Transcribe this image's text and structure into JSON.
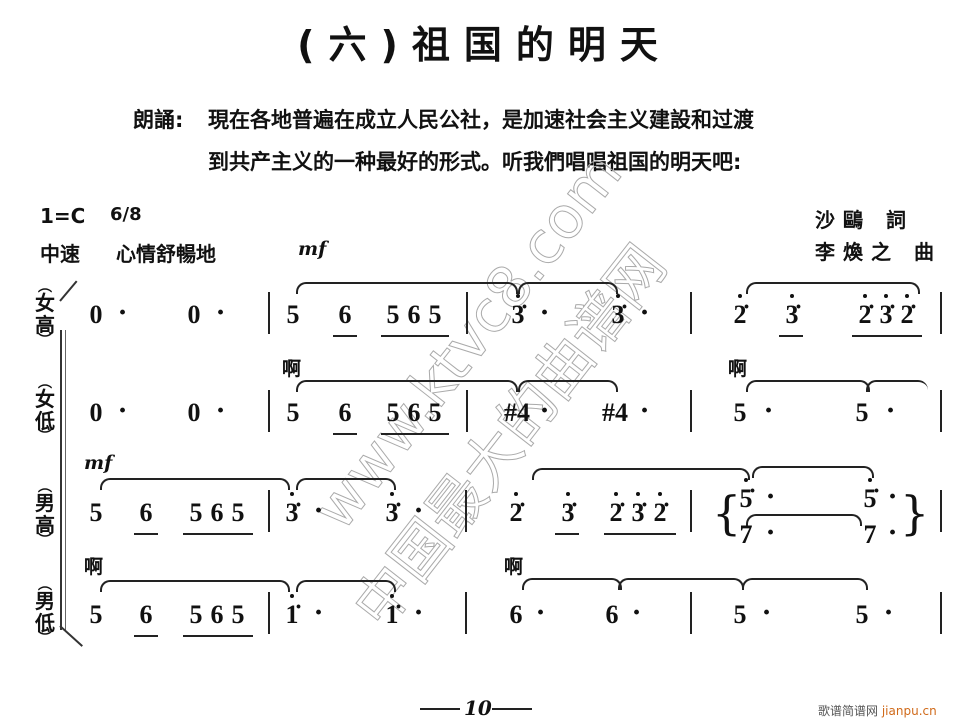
{
  "title": "(六)祖国的明天",
  "recitation": {
    "label": "朗誦:",
    "line1": "現在各地普遍在成立人民公社，是加速社会主义建設和过渡",
    "line2": "到共产主义的一种最好的形式。听我們唱唱祖国的明天吧:"
  },
  "key_signature": "1=C",
  "time_signature": "6/8",
  "tempo": "中速",
  "expression": "心情舒暢地",
  "dynamic": "mf",
  "credits": {
    "lyricist_name": "沙鷗",
    "lyricist_role": "詞",
    "composer_name": "李煥之",
    "composer_role": "曲"
  },
  "voices": [
    {
      "label": "女高"
    },
    {
      "label": "女低"
    },
    {
      "label": "男高"
    },
    {
      "label": "男低"
    }
  ],
  "system1": {
    "soprano": {
      "m1": [
        "0",
        "·",
        "0",
        "·"
      ],
      "m2": [
        "5",
        "6",
        "5",
        "6",
        "5"
      ],
      "m3": [
        "3̇",
        "·",
        "3̇",
        "·"
      ],
      "m4": [
        "2̇",
        "3̇",
        "2̇",
        "3̇",
        "2̇"
      ],
      "lyric_m2": "啊",
      "lyric_m4": "啊"
    },
    "alto": {
      "m1": [
        "0",
        "·",
        "0",
        "·"
      ],
      "m2": [
        "5",
        "6",
        "5",
        "6",
        "5"
      ],
      "m3": [
        "#4",
        "·",
        "#4",
        "·"
      ],
      "m4": [
        "5",
        "·",
        "5",
        "·"
      ]
    }
  },
  "system2": {
    "tenor": {
      "dynamic": "mf",
      "m1": [
        "5",
        "6",
        "5",
        "6",
        "5"
      ],
      "m2": [
        "3̇",
        "·",
        "3̇",
        "·"
      ],
      "m3": [
        "2̇",
        "3̇",
        "2̇",
        "3̇",
        "2̇"
      ],
      "m4_upper": [
        "5̇",
        "·",
        "5̇",
        "·"
      ],
      "m4_lower": [
        "7",
        "·",
        "7",
        "·"
      ],
      "lyric": "啊"
    },
    "bass": {
      "m1": [
        "5",
        "6",
        "5",
        "6",
        "5"
      ],
      "m2": [
        "1̇",
        "·",
        "1̇",
        "·"
      ],
      "m3": [
        "6",
        "·",
        "6",
        "·"
      ],
      "m4": [
        "5",
        "·",
        "5",
        "·"
      ],
      "lyric": "啊"
    }
  },
  "page_number": "10",
  "watermark": {
    "line1": "www.ktvc8.com",
    "line2": "中国最大的曲谱网"
  },
  "site_mark": {
    "cn": "歌谱简谱网",
    "en": "jianpu.cn"
  }
}
